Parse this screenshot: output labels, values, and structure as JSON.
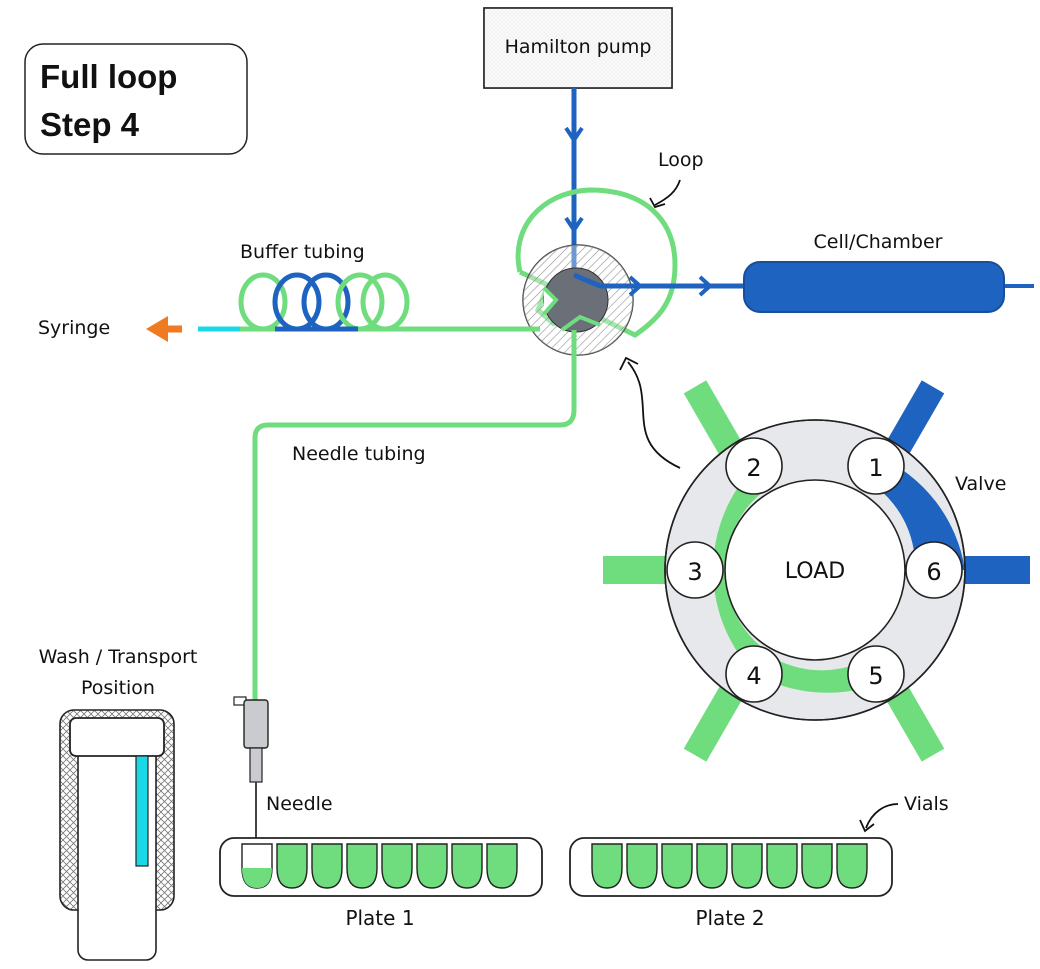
{
  "title": {
    "line1": "Full loop",
    "line2": "Step 4"
  },
  "labels": {
    "pump": "Hamilton pump",
    "loop": "Loop",
    "cell": "Cell/Chamber",
    "buffer": "Buffer tubing",
    "syringe": "Syringe",
    "needle_tubing": "Needle tubing",
    "valve": "Valve",
    "wash_line1": "Wash / Transport",
    "wash_line2": "Position",
    "needle": "Needle",
    "vials": "Vials",
    "plate1": "Plate 1",
    "plate2": "Plate 2"
  },
  "valve": {
    "center_label": "LOAD",
    "ports": [
      "1",
      "2",
      "3",
      "4",
      "5",
      "6"
    ]
  },
  "colors": {
    "green": "#6fdc7e",
    "green_stroke": "#58c86a",
    "blue": "#1e63c0",
    "cyan": "#19d8e8",
    "orange": "#f07a22",
    "gray_ring": "#e6e8ec",
    "hub": "#6b6f78"
  }
}
